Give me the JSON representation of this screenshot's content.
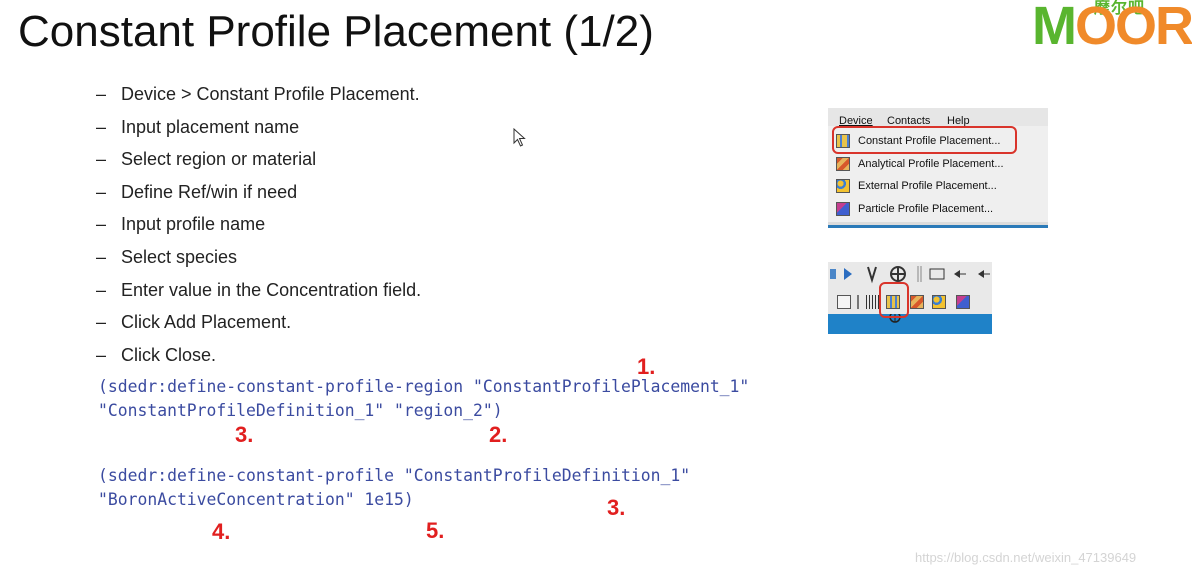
{
  "slide": {
    "title": "Constant Profile Placement (1/2)"
  },
  "logo": {
    "chinese": "摩尔吧",
    "word_m": "M",
    "word_rest": "OORI",
    "colors": {
      "green": "#59b52f",
      "orange": "#f08a2a"
    }
  },
  "bullets": [
    "Device > Constant Profile Placement.",
    "Input placement name",
    "Select region or material",
    "Define Ref/win if need",
    "Input profile name",
    "Select species",
    "Enter value in the Concentration field.",
    "Click Add Placement.",
    "Click Close."
  ],
  "bullet_dash": "–",
  "code": {
    "line1": "(sdedr:define-constant-profile-region \"ConstantProfilePlacement_1\"",
    "line2": "\"ConstantProfileDefinition_1\" \"region_2\")",
    "line3": "(sdedr:define-constant-profile \"ConstantProfileDefinition_1\"",
    "line4": "\"BoronActiveConcentration\" 1e15)"
  },
  "annotations": {
    "n1": "1.",
    "n2": "2.",
    "n3a": "3.",
    "n3b": "3.",
    "n4": "4.",
    "n5": "5."
  },
  "menu": {
    "bar": [
      "Device",
      "Contacts",
      "Help"
    ],
    "items": [
      "Constant Profile Placement...",
      "Analytical Profile Placement...",
      "External Profile Placement...",
      "Particle Profile Placement..."
    ]
  },
  "watermark": "https://blog.csdn.net/weixin_47139649",
  "colors": {
    "code": "#3b4ba0",
    "annotation": "#e11f1f",
    "highlight_box": "#d9342b",
    "toolbar_blue": "#1f82c8"
  }
}
